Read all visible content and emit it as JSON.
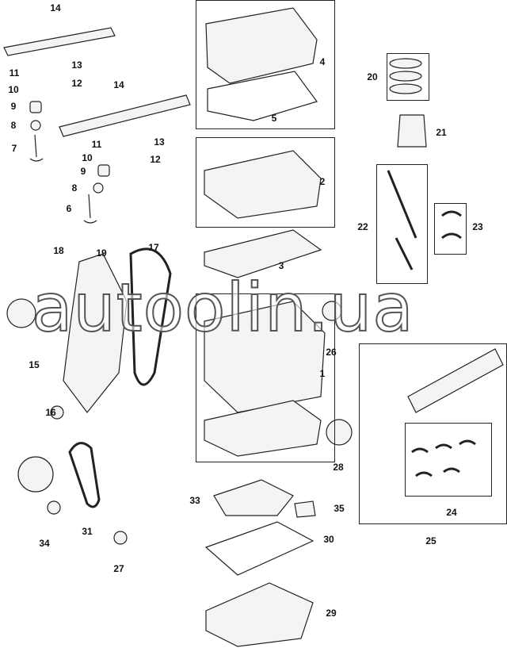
{
  "title": "Engine parts exploded diagram",
  "watermark": "autoolin.ua",
  "callouts": [
    "14",
    "11",
    "13",
    "10",
    "12",
    "9",
    "8",
    "7",
    "14",
    "11",
    "13",
    "10",
    "12",
    "9",
    "8",
    "6",
    "4",
    "5",
    "20",
    "21",
    "2",
    "22",
    "23",
    "18",
    "19",
    "17",
    "3",
    "26",
    "15",
    "1",
    "16",
    "28",
    "25",
    "24",
    "33",
    "35",
    "30",
    "34",
    "31",
    "27",
    "29"
  ],
  "colors": {
    "line": "#222222",
    "part_fill": "#f4f4f4",
    "watermark_stroke": "#555555"
  }
}
